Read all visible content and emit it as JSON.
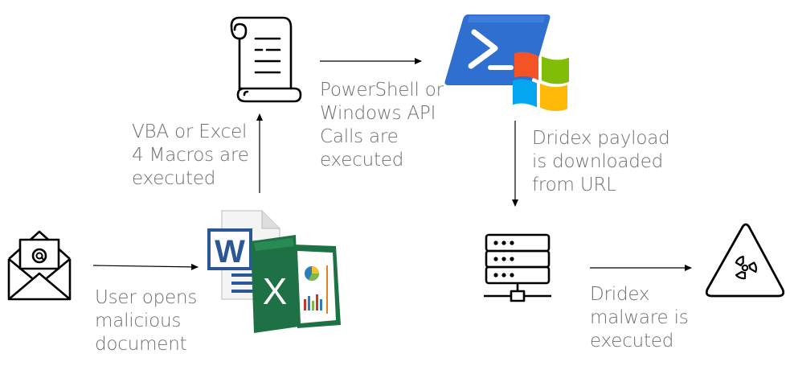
{
  "labels": {
    "user_opens": [
      "User opens",
      "malicious",
      "document"
    ],
    "macros": [
      "VBA or Excel",
      "4 Macros are",
      "executed"
    ],
    "powershell": [
      "PowerShell or",
      "Windows API",
      "Calls are",
      "executed"
    ],
    "payload": [
      "Dridex payload",
      "is downloaded",
      "from URL"
    ],
    "malware": [
      "Dridex",
      "malware is",
      "executed"
    ]
  },
  "icons": {
    "email": "envelope-at-icon",
    "script": "scroll-icon",
    "office_docs": "word-excel-icon",
    "powershell": "powershell-windows-icon",
    "server": "server-icon",
    "hazard": "radiation-warning-icon"
  },
  "word_letter": "W",
  "excel_letter": "X",
  "colors": {
    "text": "#6f6f6f",
    "arrow": "#000000",
    "word_blue": "#2b5797",
    "excel_green": "#1e7145",
    "powershell_blue": "#2f6fd0",
    "win_red": "#f35325",
    "win_green": "#81bc06",
    "win_blue": "#05a6f0",
    "win_yellow": "#ffba08"
  }
}
